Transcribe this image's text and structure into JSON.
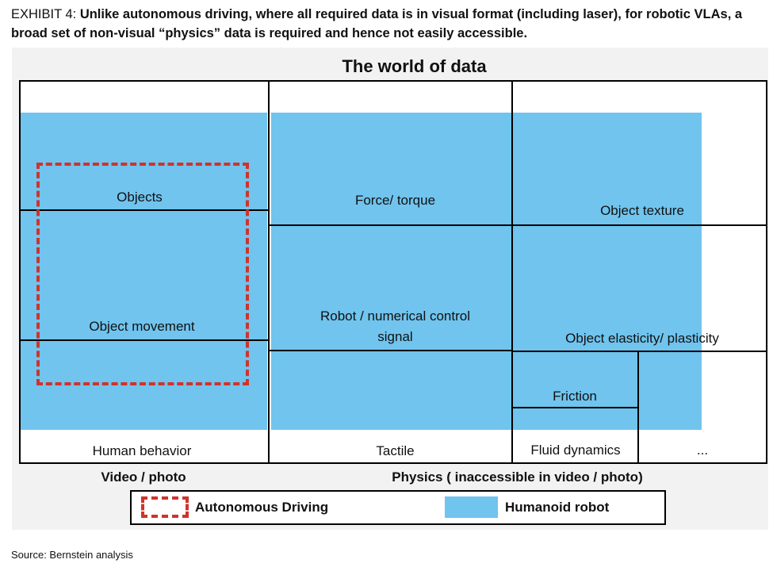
{
  "exhibit": {
    "label": "EXHIBIT 4: ",
    "text": "Unlike autonomous driving, where all required data is in visual format (including laser), for robotic VLAs, a broad set of non-visual “physics” data is required and hence not easily accessible."
  },
  "diagram": {
    "title": "The world of data",
    "cells": {
      "objects": "Objects",
      "object_movement": "Object movement",
      "human_behavior": "Human behavior",
      "force_torque": "Force/ torque",
      "robot_signal_line1": "Robot / numerical control",
      "robot_signal_line2": "signal",
      "tactile": "Tactile",
      "object_texture": "Object texture",
      "object_elasticity": "Object elasticity/ plasticity",
      "friction": "Friction",
      "fluid_dynamics": "Fluid dynamics",
      "ellipsis": "..."
    },
    "group_labels": {
      "video": "Video / photo",
      "physics": "Physics ( inaccessible in video / photo)"
    },
    "legend": {
      "autonomous": "Autonomous Driving",
      "humanoid": "Humanoid robot"
    },
    "colors": {
      "humanoid_fill": "#70c4ee",
      "autonomous_dash": "#d0332b"
    }
  },
  "source": "Source: Bernstein analysis"
}
